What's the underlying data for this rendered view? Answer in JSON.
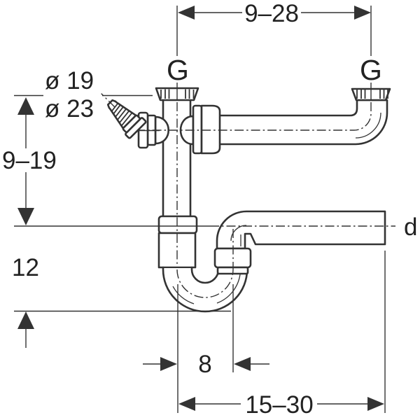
{
  "diagram": {
    "type": "technical-drawing",
    "subject": "pipe-trap-siphon",
    "colors": {
      "line": "#333333",
      "text": "#222222",
      "background": "#ffffff"
    },
    "labels": {
      "dim_top_width": "9–28",
      "thread_left": "G",
      "thread_right": "G",
      "diameter_inner": "ø 19",
      "diameter_outer": "ø 23",
      "dim_inlet_height": "9–19",
      "dim_trap_depth": "12",
      "outlet_diameter": "d",
      "dim_trap_offset": "8",
      "dim_bottom_width": "15–30"
    }
  }
}
